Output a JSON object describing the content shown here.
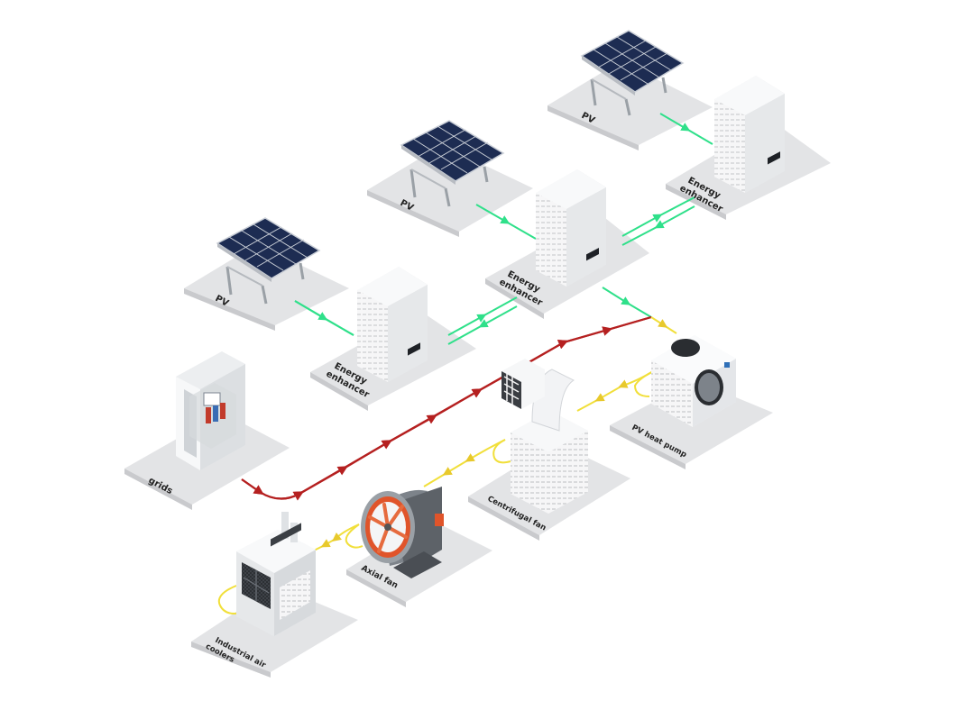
{
  "labels": {
    "pv_1": "PV",
    "pv_2": "PV",
    "pv_3": "PV",
    "enhancer_1": [
      "Energy",
      "enhancer"
    ],
    "enhancer_2": [
      "Energy",
      "enhancer"
    ],
    "enhancer_3": [
      "Energy",
      "enhancer"
    ],
    "grids": "grids",
    "heat_pump": "PV heat pump",
    "centrifugal_fan": "Centrifugal fan",
    "axial_fan": "Axial fan",
    "air_coolers": [
      "Industrial air",
      "coolers"
    ]
  },
  "colors": {
    "dc_link": "#2fe08a",
    "ac_grid_link": "#b52020",
    "load_link": "#f1df3a",
    "platform": "#e3e4e6",
    "solar_panel": "#1d2c52",
    "device_body": "#f2f3f5"
  },
  "icons": [
    "solar-panel-icon",
    "energy-enhancer-icon",
    "grid-cabinet-icon",
    "heat-pump-icon",
    "centrifugal-fan-icon",
    "axial-fan-icon",
    "air-cooler-icon"
  ]
}
